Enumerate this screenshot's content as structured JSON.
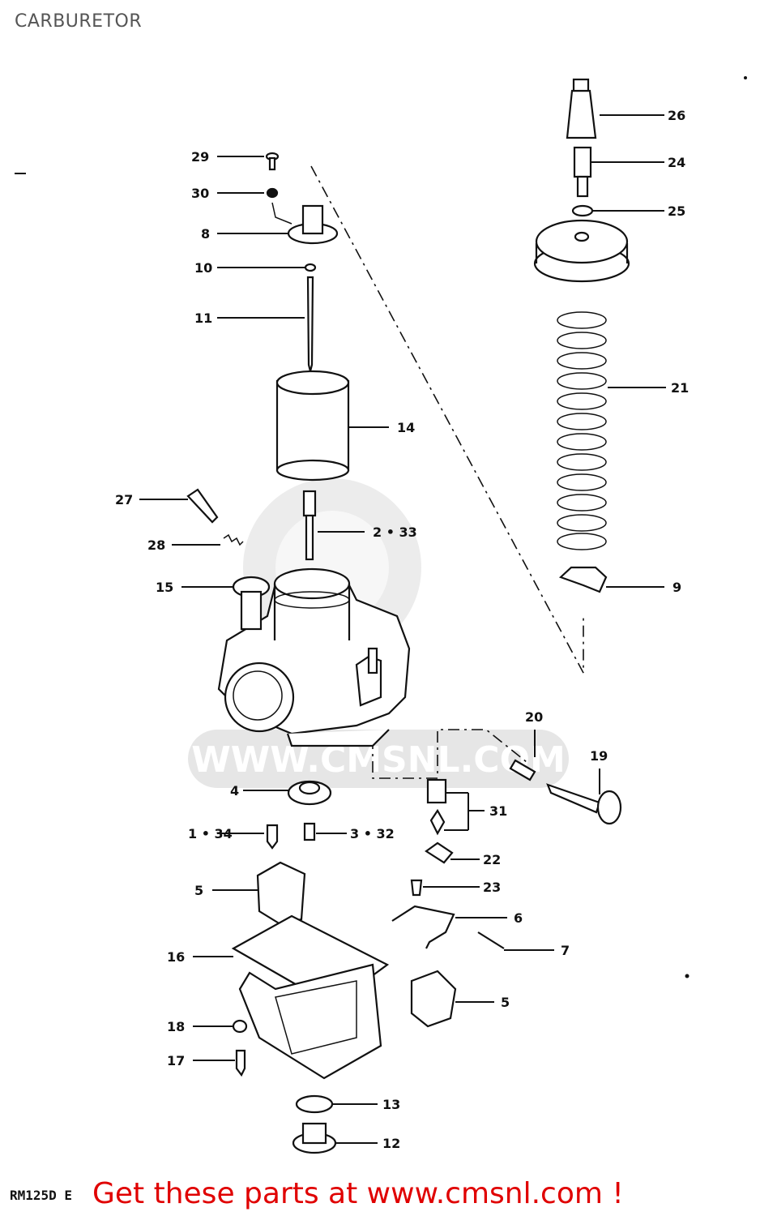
{
  "title": "CARBURETOR",
  "model_code": "RM125D E",
  "watermark": "WWW.CMSNL.COM",
  "promo": "Get these parts at www.cmsnl.com !",
  "callouts": {
    "p26": "26",
    "p24": "24",
    "p25": "25",
    "p21": "21",
    "p9": "9",
    "p29": "29",
    "p30": "30",
    "p8": "8",
    "p10": "10",
    "p11": "11",
    "p14": "14",
    "p27": "27",
    "p28": "28",
    "p2_33": "2 • 33",
    "p15": "15",
    "p20": "20",
    "p19": "19",
    "p4": "4",
    "p31": "31",
    "p1_34": "1 • 34",
    "p3_32": "3 • 32",
    "p22": "22",
    "p23": "23",
    "p5a": "5",
    "p6": "6",
    "p7": "7",
    "p16": "16",
    "p5b": "5",
    "p18": "18",
    "p17": "17",
    "p13": "13",
    "p12": "12"
  }
}
